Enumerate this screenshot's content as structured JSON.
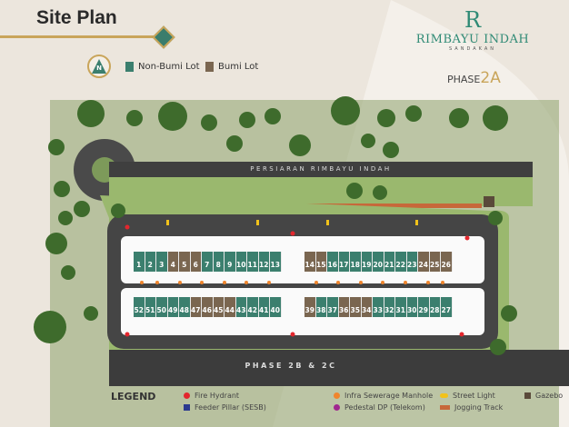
{
  "header": {
    "title": "Site Plan"
  },
  "brand": {
    "name": "RIMBAYU INDAH",
    "location": "SANDAKAN",
    "phase_prefix": "PHASE",
    "phase_num": "2A",
    "logo_letter": "R"
  },
  "compass": {
    "label": "N"
  },
  "lot_legend": [
    {
      "label": "Non-Bumi Lot",
      "color": "#3b7f6e"
    },
    {
      "label": "Bumi Lot",
      "color": "#7a6650"
    }
  ],
  "map": {
    "road_name": "PERSIARAN RIMBAYU INDAH",
    "future_phase": "PHASE 2B & 2C"
  },
  "lots": {
    "top_left": [
      [
        "1",
        "n"
      ],
      [
        "2",
        "n"
      ],
      [
        "3",
        "n"
      ],
      [
        "4",
        "b"
      ],
      [
        "5",
        "b"
      ],
      [
        "6",
        "b"
      ],
      [
        "7",
        "n"
      ],
      [
        "8",
        "n"
      ],
      [
        "9",
        "n"
      ],
      [
        "10",
        "n"
      ],
      [
        "11",
        "n"
      ],
      [
        "12",
        "n"
      ],
      [
        "13",
        "n"
      ]
    ],
    "top_right": [
      [
        "14",
        "b"
      ],
      [
        "15",
        "b"
      ],
      [
        "16",
        "n"
      ],
      [
        "17",
        "n"
      ],
      [
        "18",
        "n"
      ],
      [
        "19",
        "n"
      ],
      [
        "20",
        "n"
      ],
      [
        "21",
        "n"
      ],
      [
        "22",
        "n"
      ],
      [
        "23",
        "n"
      ],
      [
        "24",
        "b"
      ],
      [
        "25",
        "b"
      ],
      [
        "26",
        "b"
      ]
    ],
    "bottom_left": [
      [
        "52",
        "n"
      ],
      [
        "51",
        "n"
      ],
      [
        "50",
        "n"
      ],
      [
        "49",
        "n"
      ],
      [
        "48",
        "n"
      ],
      [
        "47",
        "b"
      ],
      [
        "46",
        "b"
      ],
      [
        "45",
        "b"
      ],
      [
        "44",
        "b"
      ],
      [
        "43",
        "n"
      ],
      [
        "42",
        "n"
      ],
      [
        "41",
        "n"
      ],
      [
        "40",
        "n"
      ]
    ],
    "bottom_right": [
      [
        "39",
        "b"
      ],
      [
        "38",
        "n"
      ],
      [
        "37",
        "n"
      ],
      [
        "36",
        "b"
      ],
      [
        "35",
        "b"
      ],
      [
        "34",
        "b"
      ],
      [
        "33",
        "n"
      ],
      [
        "32",
        "n"
      ],
      [
        "31",
        "n"
      ],
      [
        "30",
        "n"
      ],
      [
        "29",
        "n"
      ],
      [
        "28",
        "n"
      ],
      [
        "27",
        "n"
      ]
    ]
  },
  "legend": {
    "title": "LEGEND",
    "items": [
      {
        "label": "Fire Hydrant",
        "icon": "fire-hydrant",
        "color": "#e3262d"
      },
      {
        "label": "Feeder Pillar (SESB)",
        "icon": "feeder-pillar",
        "color": "#2b3a8f"
      },
      {
        "label": "Infra Sewerage Manhole",
        "icon": "manhole",
        "color": "#f0852d"
      },
      {
        "label": "Pedestal DP (Telekom)",
        "icon": "pedestal",
        "color": "#a0278f"
      },
      {
        "label": "Street Light",
        "icon": "street-light",
        "color": "#f2c21a"
      },
      {
        "label": "Jogging Track",
        "icon": "jogging-track",
        "color": "#c7683a"
      },
      {
        "label": "Gazebo",
        "icon": "gazebo",
        "color": "#5a4a3a"
      }
    ]
  }
}
